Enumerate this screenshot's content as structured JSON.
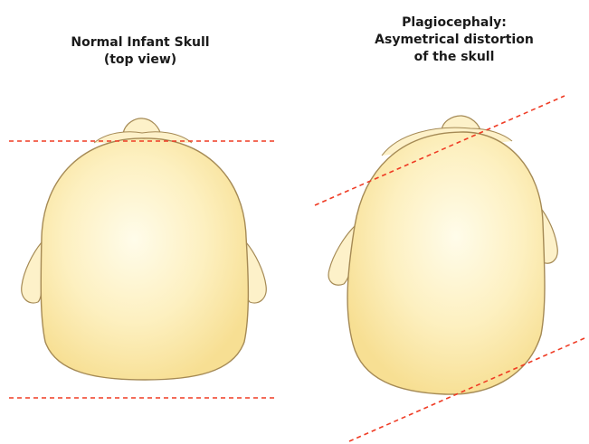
{
  "panels": {
    "normal": {
      "title_lines": [
        "Normal Infant Skull",
        "(top view)"
      ]
    },
    "plagiocephaly": {
      "title_lines": [
        "Plagiocephaly:",
        "Asymetrical distortion",
        "of the skull"
      ]
    }
  },
  "colors": {
    "skull_fill_center": "#fffbe6",
    "skull_fill_edge": "#fbe7a6",
    "skull_outline": "#a58a55",
    "ear_fill": "#fdf1c9",
    "guide_line": "#ef3b24",
    "text": "#1a1a1a"
  }
}
